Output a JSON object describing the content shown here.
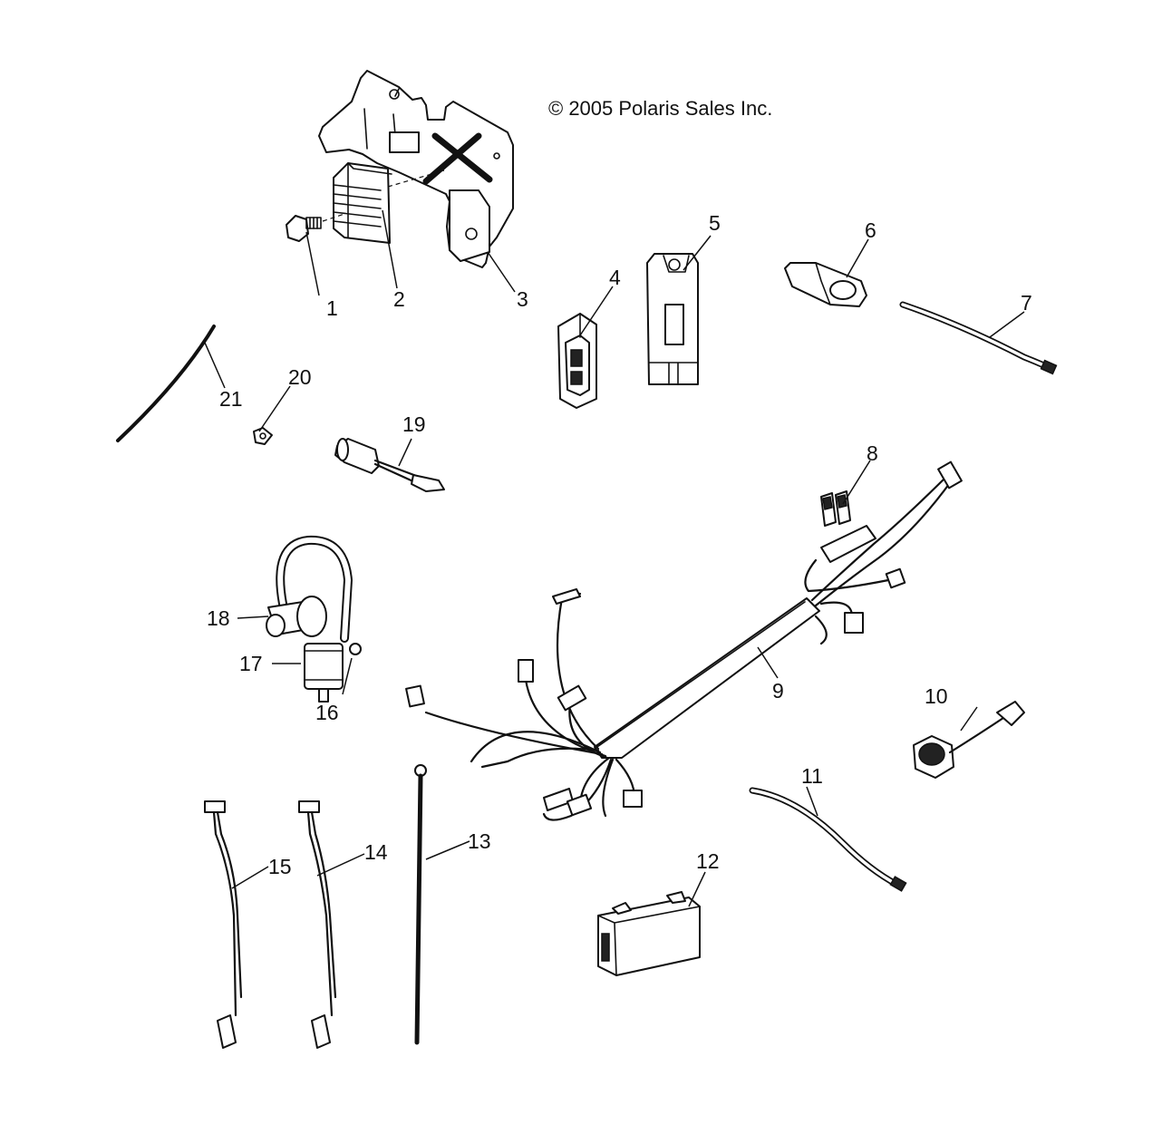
{
  "copyright": "© 2005 Polaris Sales Inc.",
  "callouts": [
    "1",
    "2",
    "3",
    "4",
    "5",
    "6",
    "7",
    "8",
    "9",
    "10",
    "11",
    "12",
    "13",
    "14",
    "15",
    "16",
    "17",
    "18",
    "19",
    "20",
    "21"
  ]
}
